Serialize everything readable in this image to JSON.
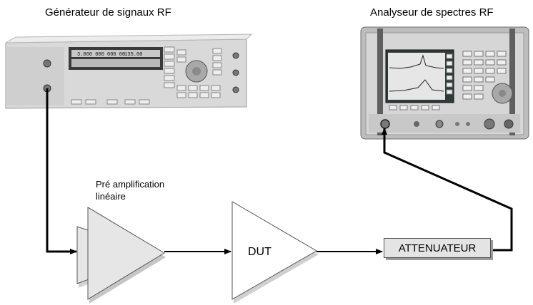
{
  "labels": {
    "generator": "Générateur de signaux RF",
    "analyzer": "Analyseur de spectres RF",
    "preamp_line1": "Pré amplification",
    "preamp_line2": "linéaire",
    "dut": "DUT",
    "attenuator": "ATTENUATEUR"
  },
  "generator_display": {
    "frequency": "3.000 000 000 00",
    "level": "-135.00"
  },
  "colors": {
    "wire": "#000000",
    "amplifier_fill": "#e6e6e6",
    "device_body": "#d4d4d4",
    "screen": "#2f3a3a"
  }
}
